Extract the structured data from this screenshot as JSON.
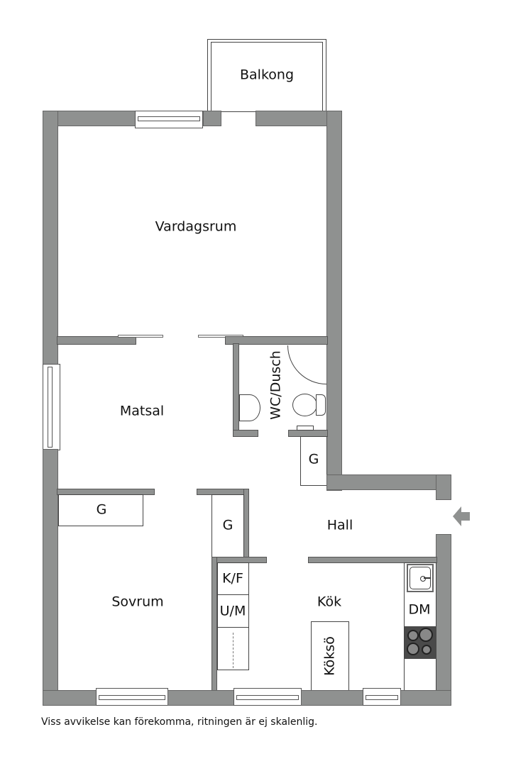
{
  "floorplan": {
    "rooms": {
      "balcony": "Balkong",
      "living_room": "Vardagsrum",
      "dining": "Matsal",
      "bathroom": "WC/Dusch",
      "closet_bath": "G",
      "closet_bedroom": "G",
      "closet_middle": "G",
      "hall": "Hall",
      "bedroom": "Sovrum",
      "kitchen": "Kök",
      "fridge": "K/F",
      "oven": "U/M",
      "dishwasher": "DM",
      "kitchen_island": "Köksö"
    },
    "entrance_icon": "entrance-arrow-icon",
    "colors": {
      "wall": "#8f9190",
      "stove": "#4a4a4a",
      "background": "#ffffff"
    }
  },
  "footer": {
    "disclaimer": "Viss avvikelse kan förekomma, ritningen är ej skalenlig."
  }
}
